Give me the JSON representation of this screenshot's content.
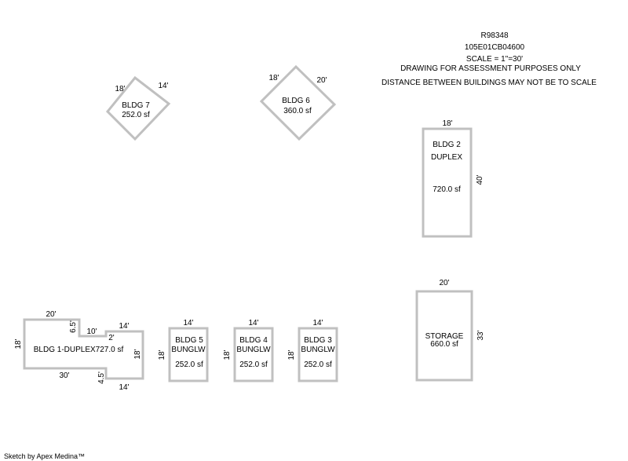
{
  "header": {
    "parcel_id": "R98348",
    "map_number": "105E01CB04600",
    "scale": "SCALE = 1\"=30'",
    "note1": "DRAWING FOR ASSESSMENT PURPOSES ONLY",
    "note2": "DISTANCE BETWEEN BUILDINGS MAY NOT BE TO SCALE"
  },
  "buildings": {
    "b7": {
      "name": "BLDG 7",
      "area": "252.0 sf",
      "dims": [
        "18'",
        "14'"
      ]
    },
    "b6": {
      "name": "BLDG 6",
      "area": "360.0 sf",
      "dims": [
        "18'",
        "20'"
      ]
    },
    "b2": {
      "name": "BLDG 2",
      "type": "DUPLEX",
      "area": "720.0 sf",
      "dims": [
        "18'",
        "40'"
      ]
    },
    "storage": {
      "name": "STORAGE",
      "area": "660.0 sf",
      "dims": [
        "20'",
        "33'"
      ]
    },
    "b1": {
      "label": "BLDG 1-DUPLEX727.0 sf",
      "dims": [
        "20'",
        "6.5'",
        "10'",
        "2'",
        "14'",
        "18'",
        "18'",
        "30'",
        "4.5'",
        "14'"
      ]
    },
    "b5": {
      "name": "BLDG 5",
      "type": "BUNGLW",
      "area": "252.0 sf",
      "dims": [
        "14'",
        "18'"
      ]
    },
    "b4": {
      "name": "BLDG 4",
      "type": "BUNGLW",
      "area": "252.0 sf",
      "dims": [
        "14'",
        "18'"
      ]
    },
    "b3": {
      "name": "BLDG 3",
      "type": "BUNGLW",
      "area": "252.0 sf",
      "dims": [
        "14'",
        "18'"
      ]
    }
  },
  "footer": {
    "credit": "Sketch by Apex Medina™"
  },
  "colors": {
    "outline": "#c0c0c0",
    "text": "#000000"
  }
}
